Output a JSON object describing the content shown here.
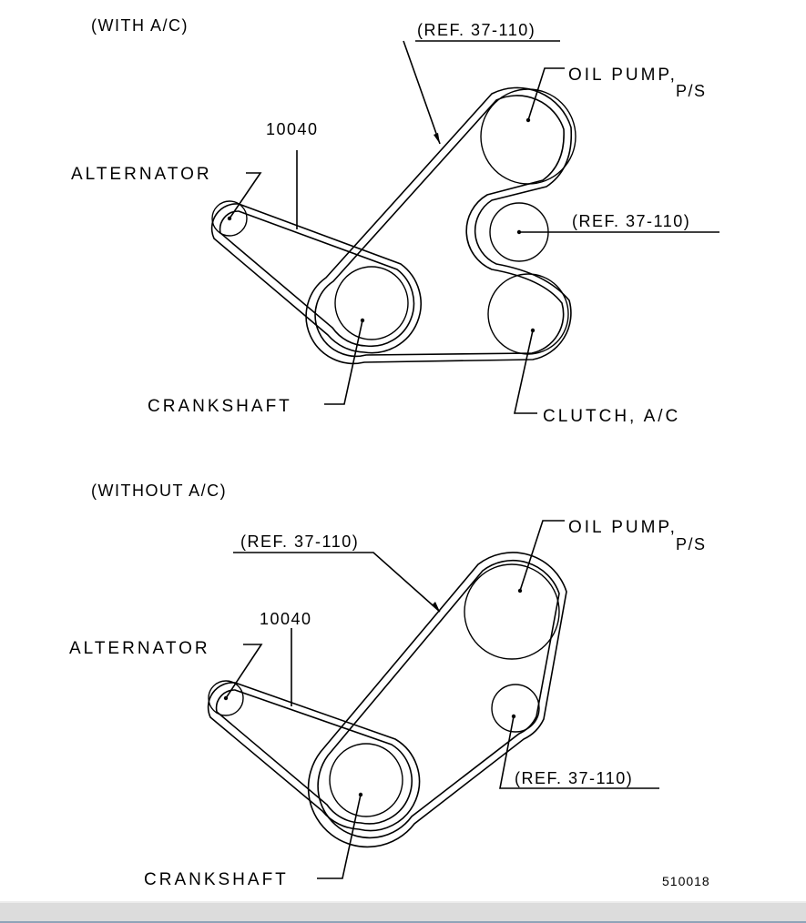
{
  "figure_code": "510018",
  "with_ac": {
    "title": "(WITH A/C)",
    "ref_top": "(REF. 37-110)",
    "ref_idler": "(REF. 37-110)",
    "part_number": "10040",
    "labels": {
      "alternator": "ALTERNATOR",
      "oil_pump": "OIL  PUMP,",
      "oil_pump_sub": "P/S",
      "crankshaft": "CRANKSHAFT",
      "clutch": "CLUTCH, A/C"
    }
  },
  "without_ac": {
    "title": "(WITHOUT A/C)",
    "ref_top": "(REF. 37-110)",
    "ref_idler": "(REF. 37-110)",
    "part_number": "10040",
    "labels": {
      "alternator": "ALTERNATOR",
      "oil_pump": "OIL  PUMP,",
      "oil_pump_sub": "P/S",
      "crankshaft": "CRANKSHAFT"
    }
  },
  "colors": {
    "line": "#000000",
    "background": "#ffffff",
    "bottom_bar": "#dcdcdc"
  }
}
